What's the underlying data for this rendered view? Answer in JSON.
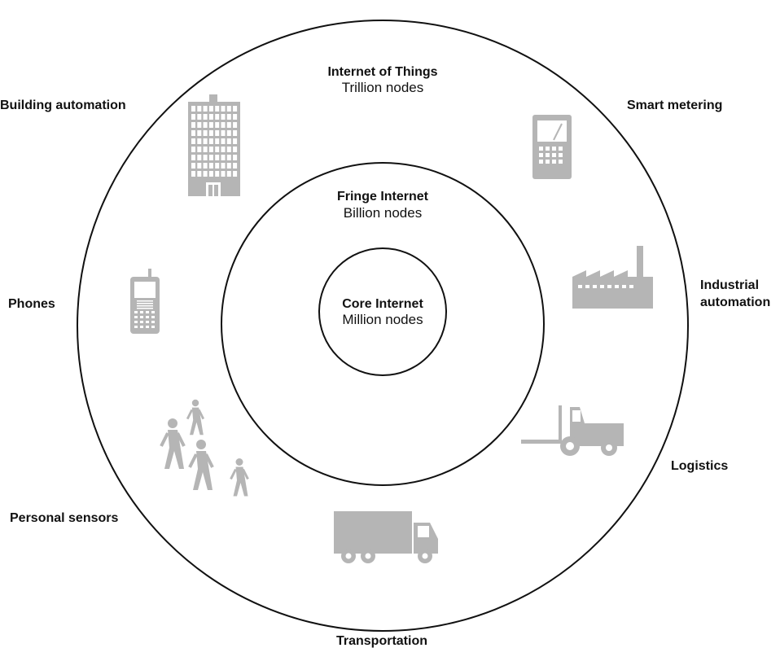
{
  "rings": {
    "outer": {
      "title": "Internet of Things",
      "subtitle": "Trillion nodes"
    },
    "middle": {
      "title": "Fringe Internet",
      "subtitle": "Billion nodes"
    },
    "inner": {
      "title": "Core Internet",
      "subtitle": "Million nodes"
    }
  },
  "categories": {
    "building_automation": "Building automation",
    "smart_metering": "Smart metering",
    "phones": "Phones",
    "industrial_automation_line1": "Industrial",
    "industrial_automation_line2": "automation",
    "logistics": "Logistics",
    "personal_sensors": "Personal sensors",
    "transportation": "Transportation"
  },
  "icons": {
    "building": "building-icon",
    "meter": "smart-meter-icon",
    "phone": "phone-icon",
    "factory": "factory-icon",
    "forklift": "forklift-icon",
    "people": "walking-people-icon",
    "truck": "truck-icon"
  },
  "colors": {
    "icon": "#b5b5b5",
    "line": "#111111"
  }
}
